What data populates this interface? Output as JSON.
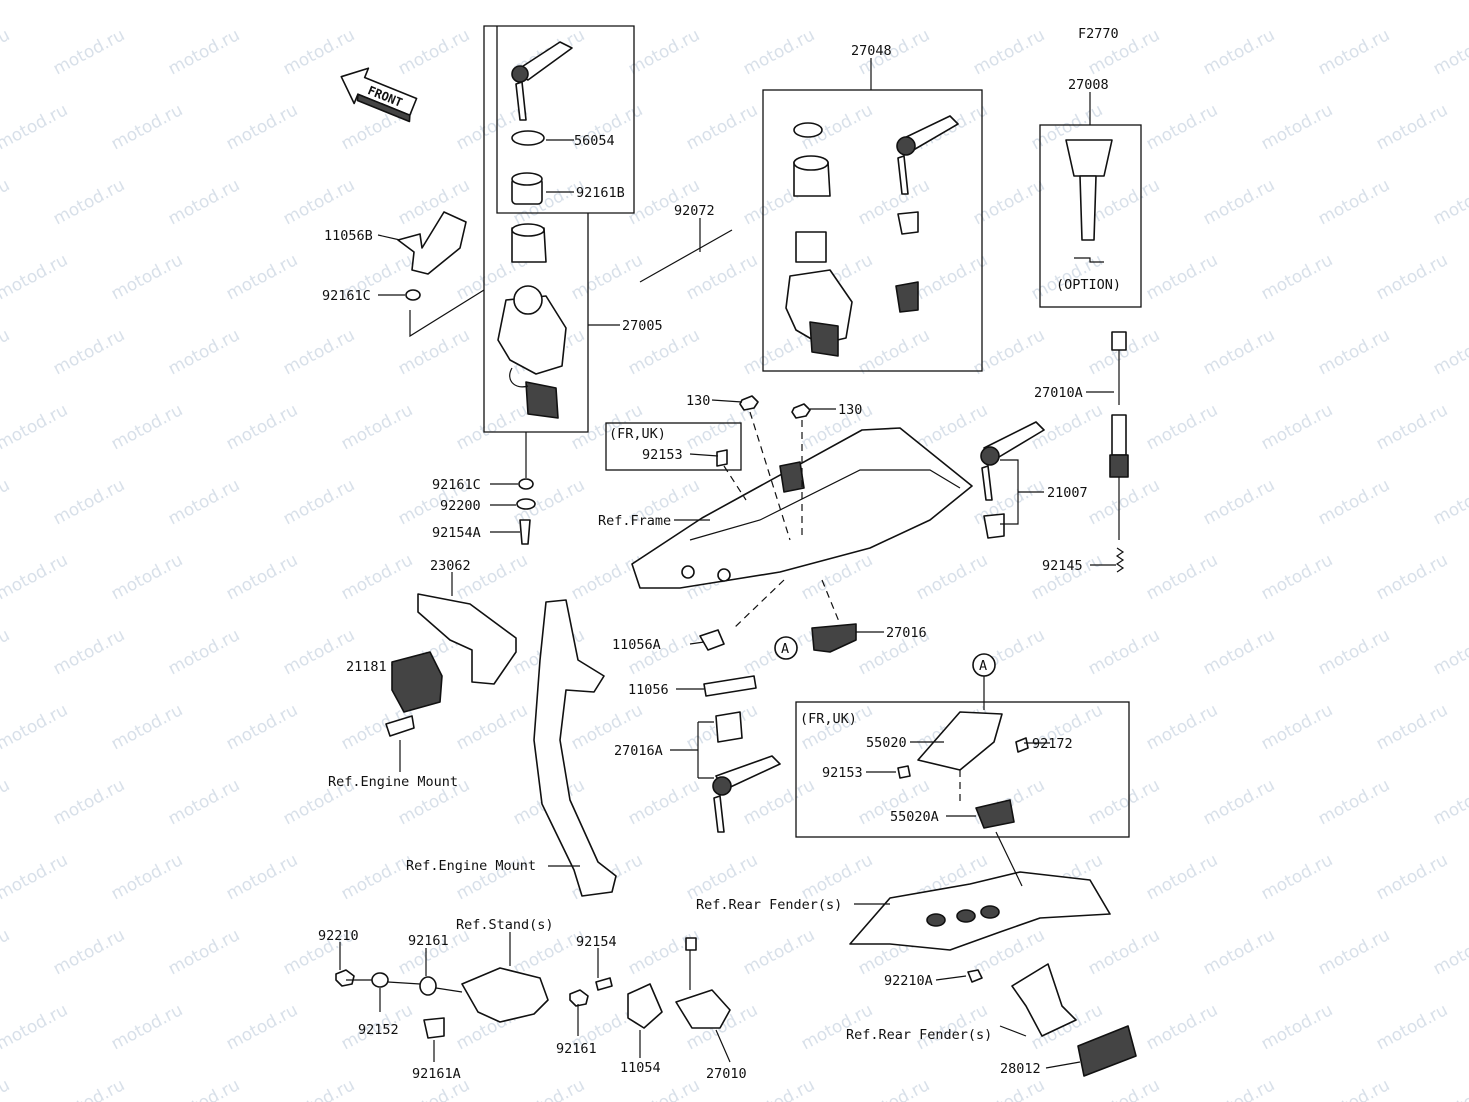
{
  "figure_id": "F2770",
  "watermark": "motod.ru",
  "front_label": "FRONT",
  "callouts": [
    {
      "id": "c-27048",
      "text": "27048"
    },
    {
      "id": "c-27008",
      "text": "27008"
    },
    {
      "id": "c-option",
      "text": "(OPTION)"
    },
    {
      "id": "c-56054",
      "text": "56054"
    },
    {
      "id": "c-92161B",
      "text": "92161B"
    },
    {
      "id": "c-92072",
      "text": "92072"
    },
    {
      "id": "c-11056B",
      "text": "11056B"
    },
    {
      "id": "c-92161C-a",
      "text": "92161C"
    },
    {
      "id": "c-27005",
      "text": "27005"
    },
    {
      "id": "c-27010A",
      "text": "27010A"
    },
    {
      "id": "c-130-a",
      "text": "130"
    },
    {
      "id": "c-130-b",
      "text": "130"
    },
    {
      "id": "c-fruk-a",
      "text": "(FR,UK)"
    },
    {
      "id": "c-92153-a",
      "text": "92153"
    },
    {
      "id": "c-92161C-b",
      "text": "92161C"
    },
    {
      "id": "c-92200",
      "text": "92200"
    },
    {
      "id": "c-92154A",
      "text": "92154A"
    },
    {
      "id": "c-21007",
      "text": "21007"
    },
    {
      "id": "c-ref-frame",
      "text": "Ref.Frame"
    },
    {
      "id": "c-23062",
      "text": "23062"
    },
    {
      "id": "c-92145",
      "text": "92145"
    },
    {
      "id": "c-11056A",
      "text": "11056A"
    },
    {
      "id": "c-27016",
      "text": "27016"
    },
    {
      "id": "c-A-a",
      "text": "A"
    },
    {
      "id": "c-21181",
      "text": "21181"
    },
    {
      "id": "c-11056",
      "text": "11056"
    },
    {
      "id": "c-A-b",
      "text": "A"
    },
    {
      "id": "c-fruk-b",
      "text": "(FR,UK)"
    },
    {
      "id": "c-55020",
      "text": "55020"
    },
    {
      "id": "c-92172",
      "text": "92172"
    },
    {
      "id": "c-27016A",
      "text": "27016A"
    },
    {
      "id": "c-92153-b",
      "text": "92153"
    },
    {
      "id": "c-ref-engine-mount-a",
      "text": "Ref.Engine Mount"
    },
    {
      "id": "c-55020A",
      "text": "55020A"
    },
    {
      "id": "c-ref-engine-mount-b",
      "text": "Ref.Engine Mount"
    },
    {
      "id": "c-ref-rear-fender-a",
      "text": "Ref.Rear Fender(s)"
    },
    {
      "id": "c-92210",
      "text": "92210"
    },
    {
      "id": "c-92161",
      "text": "92161"
    },
    {
      "id": "c-ref-stand",
      "text": "Ref.Stand(s)"
    },
    {
      "id": "c-92154",
      "text": "92154"
    },
    {
      "id": "c-92210A",
      "text": "92210A"
    },
    {
      "id": "c-92152",
      "text": "92152"
    },
    {
      "id": "c-92161-b",
      "text": "92161"
    },
    {
      "id": "c-92161A",
      "text": "92161A"
    },
    {
      "id": "c-11054",
      "text": "11054"
    },
    {
      "id": "c-27010",
      "text": "27010"
    },
    {
      "id": "c-ref-rear-fender-b",
      "text": "Ref.Rear Fender(s)"
    },
    {
      "id": "c-28012",
      "text": "28012"
    }
  ]
}
